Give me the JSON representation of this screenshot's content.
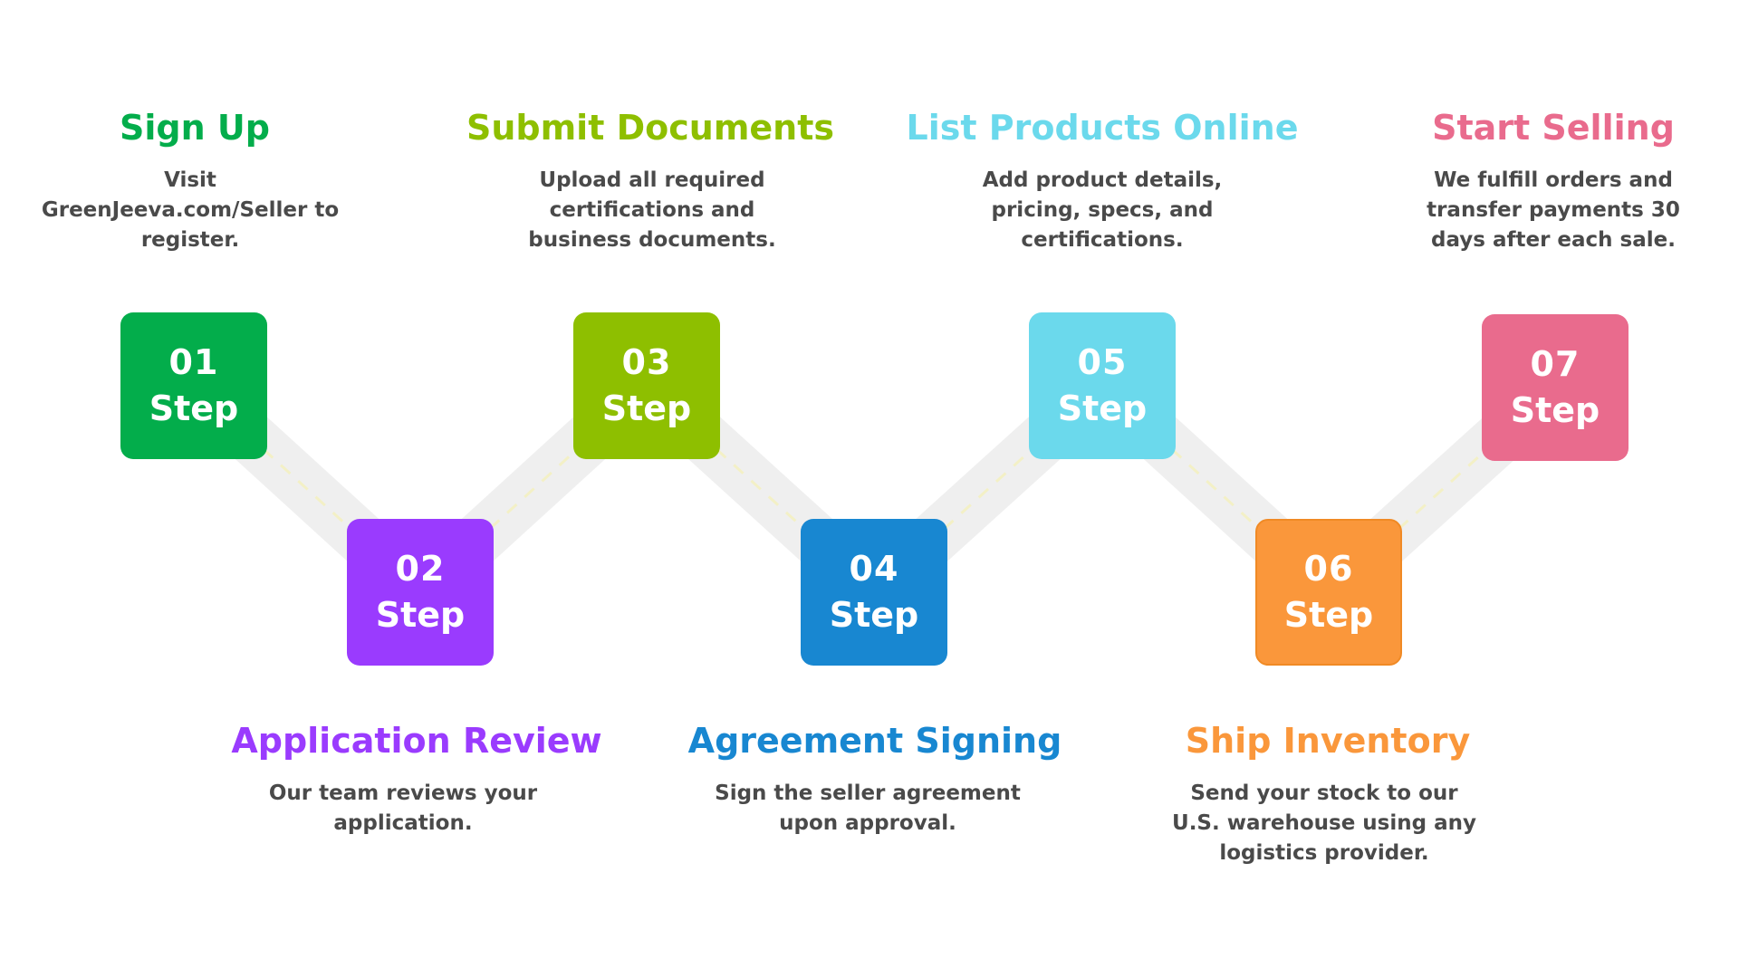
{
  "colors": {
    "road": "#efefef",
    "road_dash": "#f3f0c6",
    "description_text": "#4a4a4a"
  },
  "steps": [
    {
      "number": "01",
      "word": "Step",
      "title": "Sign Up",
      "description": "Visit GreenJeeva.com/Seller to register.",
      "color": "#03ad4b"
    },
    {
      "number": "02",
      "word": "Step",
      "title": "Application Review",
      "description": "Our team reviews your application.",
      "color": "#9a3bfe"
    },
    {
      "number": "03",
      "word": "Step",
      "title": "Submit Documents",
      "description": "Upload all required certifications and business documents.",
      "color": "#8ebf00"
    },
    {
      "number": "04",
      "word": "Step",
      "title": "Agreement Signing",
      "description": "Sign the seller agreement upon approval.",
      "color": "#1887d1"
    },
    {
      "number": "05",
      "word": "Step",
      "title": "List Products Online",
      "description": "Add product details, pricing, specs, and certifications.",
      "color": "#6bd9ec"
    },
    {
      "number": "06",
      "word": "Step",
      "title": "Ship Inventory",
      "description": "Send your stock to our U.S. warehouse using any logistics provider.",
      "color": "#fa973b"
    },
    {
      "number": "07",
      "word": "Step",
      "title": "Start Selling",
      "description": "We fulfill orders and transfer payments 30 days after each sale.",
      "color": "#e96b8d"
    }
  ]
}
